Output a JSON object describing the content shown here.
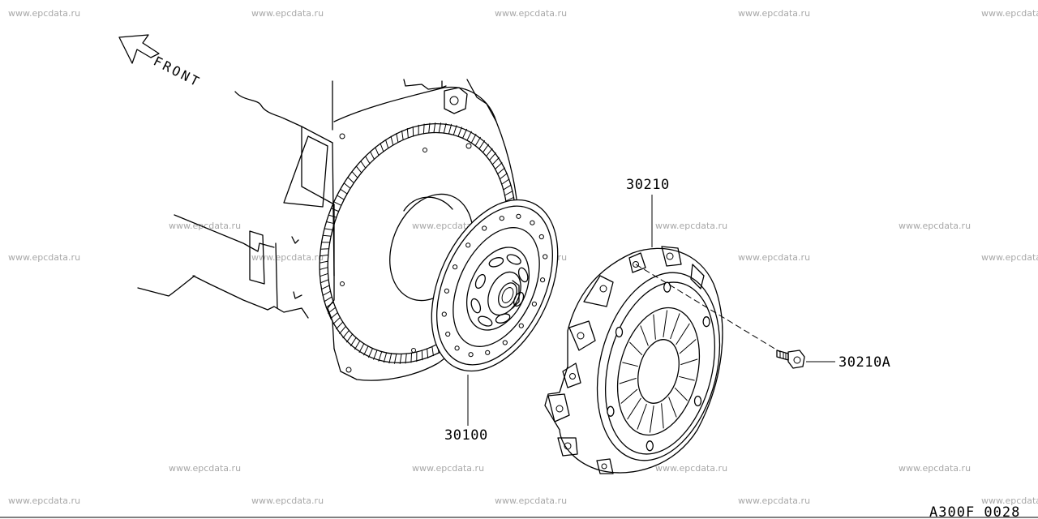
{
  "watermark": "www.epcdata.ru",
  "direction_label": "FRONT",
  "diagram_code": "A300F 0028",
  "parts": {
    "clutch_disc": "30100",
    "clutch_cover": "30210",
    "cover_bolt": "30210A"
  },
  "icons": {
    "direction": "front-arrow-icon"
  }
}
